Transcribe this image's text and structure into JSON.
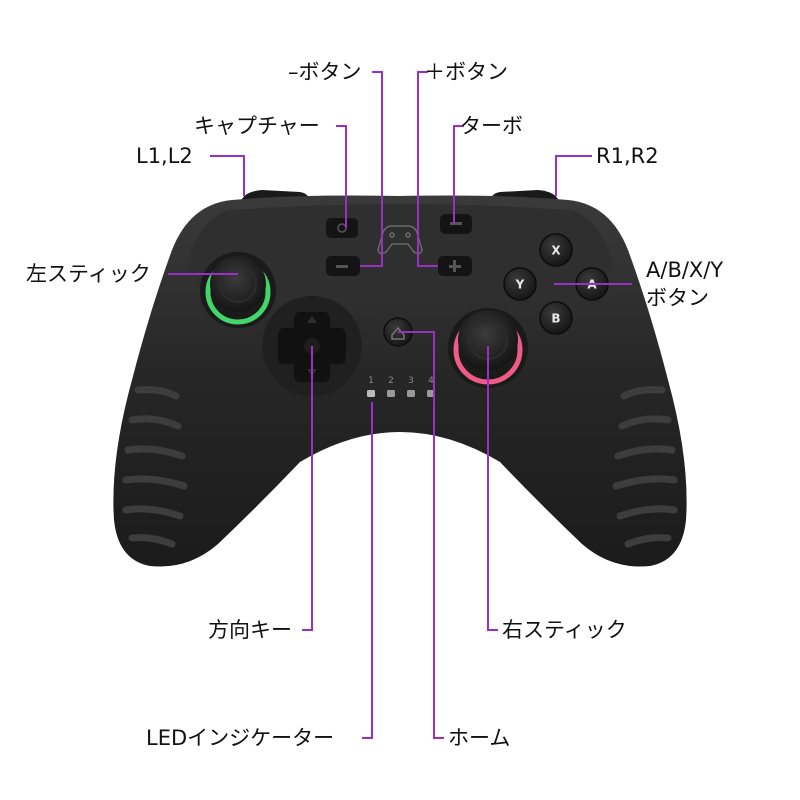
{
  "labels": {
    "minus_button": "–ボタン",
    "plus_button": "＋ボタン",
    "capture": "キャプチャー",
    "turbo": "ターボ",
    "l1l2": "L1,L2",
    "r1r2": "R1,R2",
    "left_stick": "左スティック",
    "abxy_line1": "A/B/X/Y",
    "abxy_line2": "ボタン",
    "dpad": "方向キー",
    "right_stick": "右スティック",
    "led": "LEDインジケーター",
    "home": "ホーム"
  },
  "face_buttons": {
    "x": "X",
    "y": "Y",
    "a": "A",
    "b": "B"
  },
  "player_leds": [
    "1",
    "2",
    "3",
    "4"
  ],
  "colors": {
    "leader_line": "#9b2fc4",
    "body": "#2a2a2a",
    "left_stick_ring": "#43d46a",
    "right_stick_ring": "#f05a8a"
  }
}
